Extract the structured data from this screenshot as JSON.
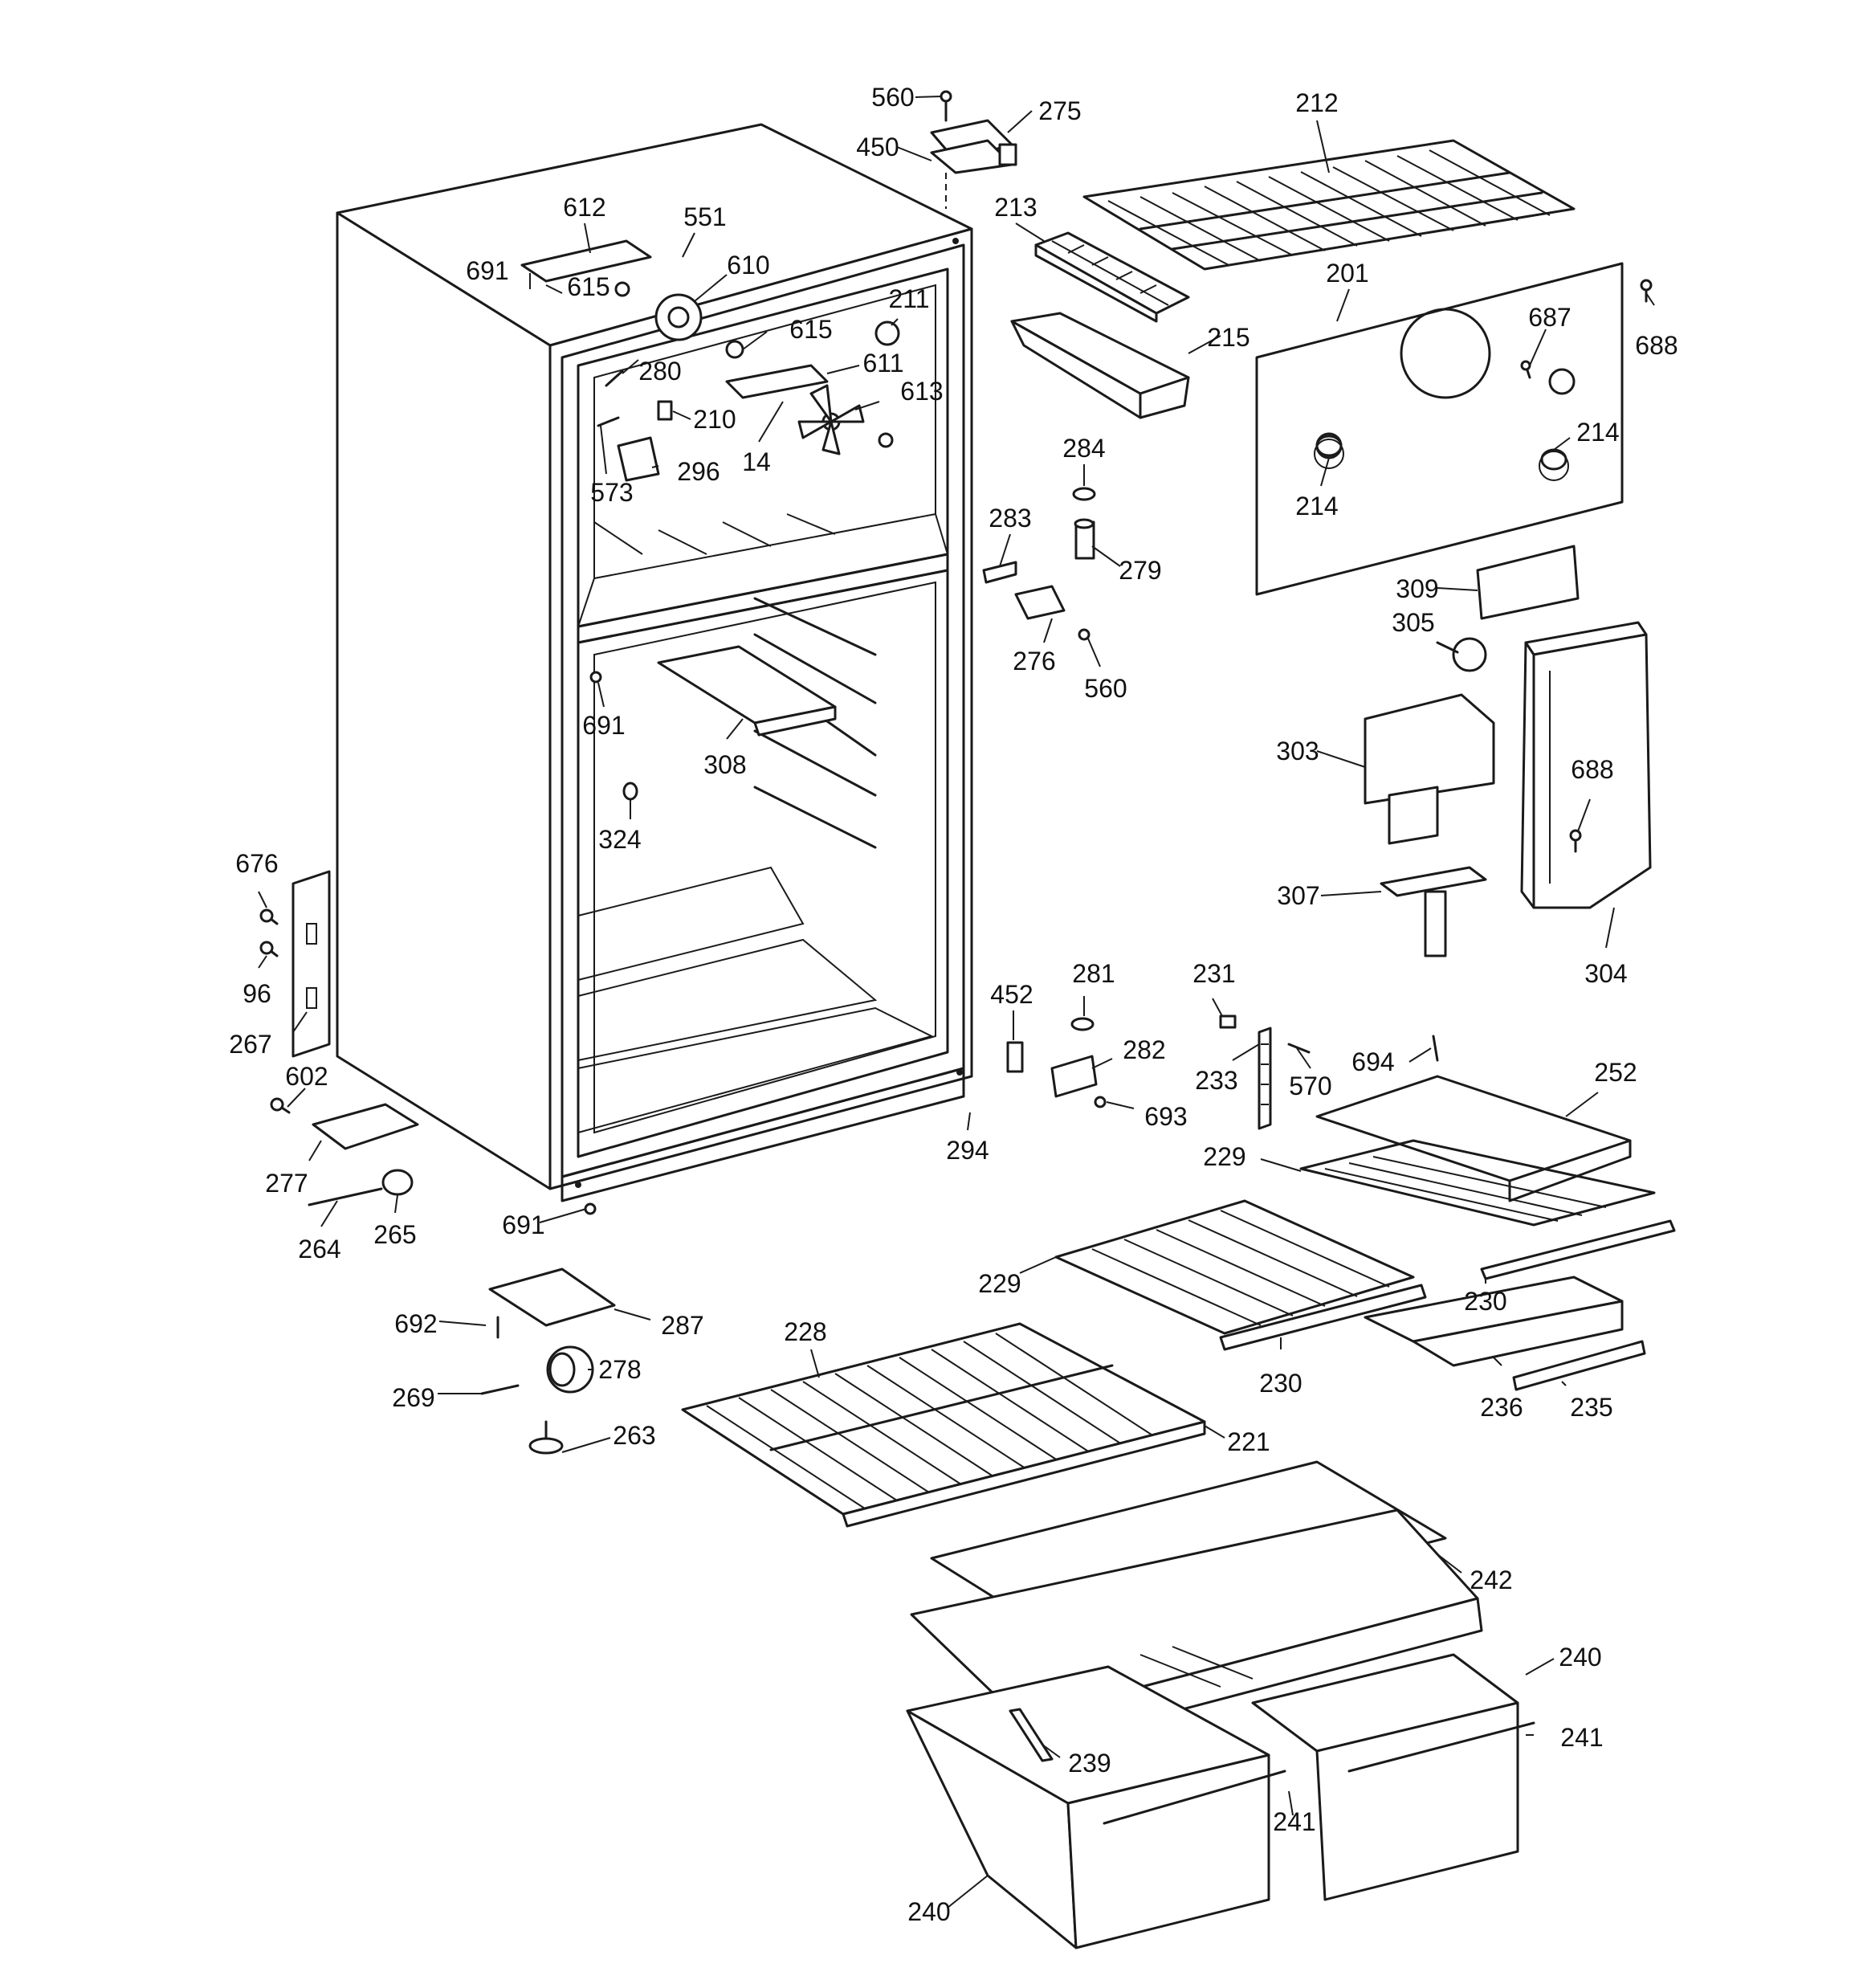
{
  "parts": {
    "p560_top": "560",
    "p275": "275",
    "p450": "450",
    "p212": "212",
    "p213": "213",
    "p201": "201",
    "p688_top": "688",
    "p687": "687",
    "p215": "215",
    "p214_a": "214",
    "p214_b": "214",
    "p612": "612",
    "p551": "551",
    "p691_top": "691",
    "p615_a": "615",
    "p610": "610",
    "p211": "211",
    "p615_b": "615",
    "p280": "280",
    "p611": "611",
    "p613": "613",
    "p210": "210",
    "p296": "296",
    "p573": "573",
    "p14": "14",
    "p284": "284",
    "p283": "283",
    "p279": "279",
    "p309": "309",
    "p305": "305",
    "p276": "276",
    "p560_mid": "560",
    "p691_mid": "691",
    "p308": "308",
    "p303": "303",
    "p688_mid": "688",
    "p324": "324",
    "p307": "307",
    "p304": "304",
    "p676": "676",
    "p96": "96",
    "p267": "267",
    "p452": "452",
    "p281": "281",
    "p231": "231",
    "p282": "282",
    "p233": "233",
    "p570": "570",
    "p694": "694",
    "p252": "252",
    "p602": "602",
    "p693": "693",
    "p294": "294",
    "p277": "277",
    "p229_a": "229",
    "p229_b": "229",
    "p264": "264",
    "p265": "265",
    "p691_bot": "691",
    "p230_a": "230",
    "p230_b": "230",
    "p692": "692",
    "p287": "287",
    "p228": "228",
    "p236": "236",
    "p235": "235",
    "p278": "278",
    "p269": "269",
    "p263": "263",
    "p221": "221",
    "p242": "242",
    "p240_a": "240",
    "p241_a": "241",
    "p239": "239",
    "p241_b": "241",
    "p240_b": "240"
  }
}
